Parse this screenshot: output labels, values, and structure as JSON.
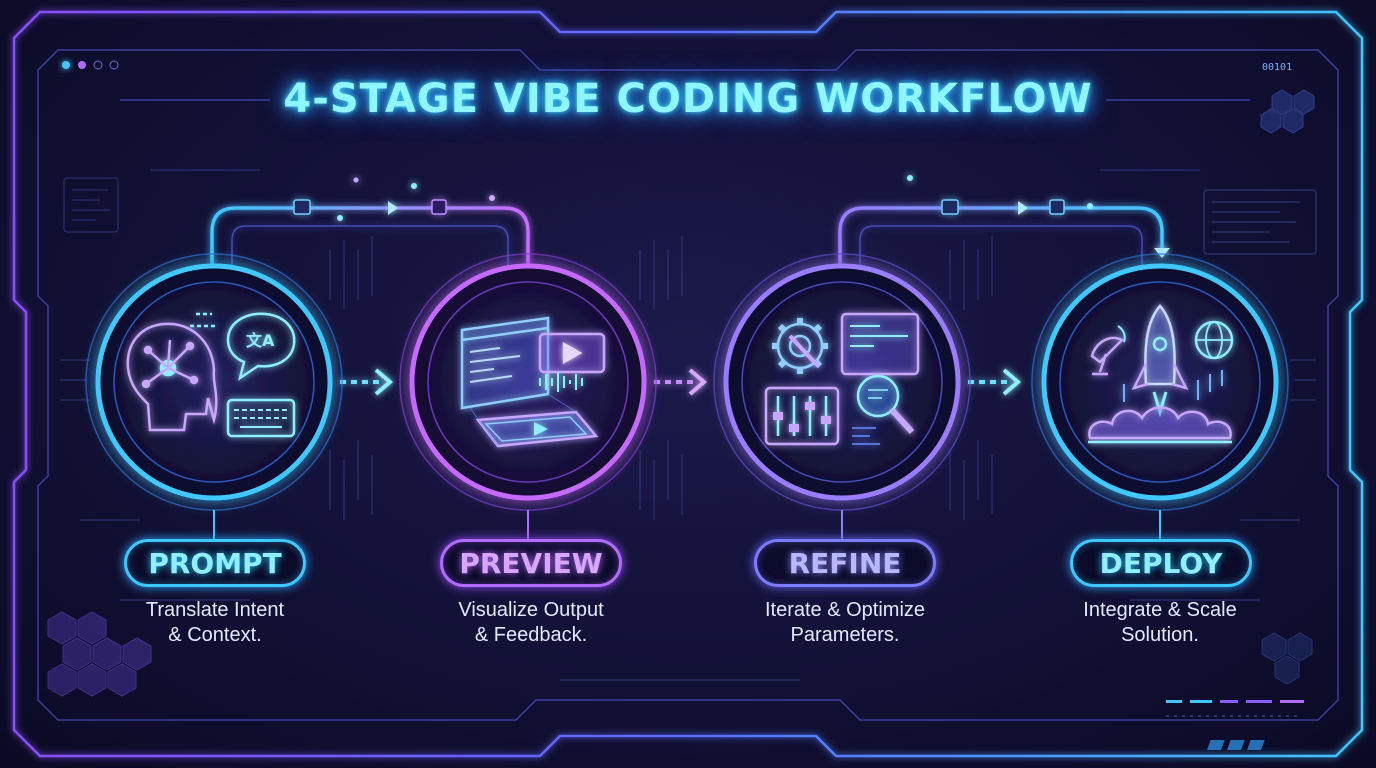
{
  "title": "4-STAGE VIBE CODING WORKFLOW",
  "stages": [
    {
      "label": "PROMPT",
      "desc_line1": "Translate Intent",
      "desc_line2": "& Context.",
      "color": "#3fc8ff",
      "icon": "head-translate-keyboard-icon"
    },
    {
      "label": "PREVIEW",
      "desc_line1": "Visualize Output",
      "desc_line2": "& Feedback.",
      "color": "#b26bff",
      "icon": "screen-video-preview-icon"
    },
    {
      "label": "REFINE",
      "desc_line1": "Iterate & Optimize",
      "desc_line2": "Parameters.",
      "color": "#8c7cff",
      "icon": "gear-sliders-magnifier-icon"
    },
    {
      "label": "DEPLOY",
      "desc_line1": "Integrate & Scale",
      "desc_line2": "Solution.",
      "color": "#3fc8ff",
      "icon": "rocket-launch-icon"
    }
  ],
  "corner_code": "00101",
  "accent_colors": {
    "cyan": "#3fc8ff",
    "purple": "#b26bff",
    "violet": "#7c7cff"
  }
}
